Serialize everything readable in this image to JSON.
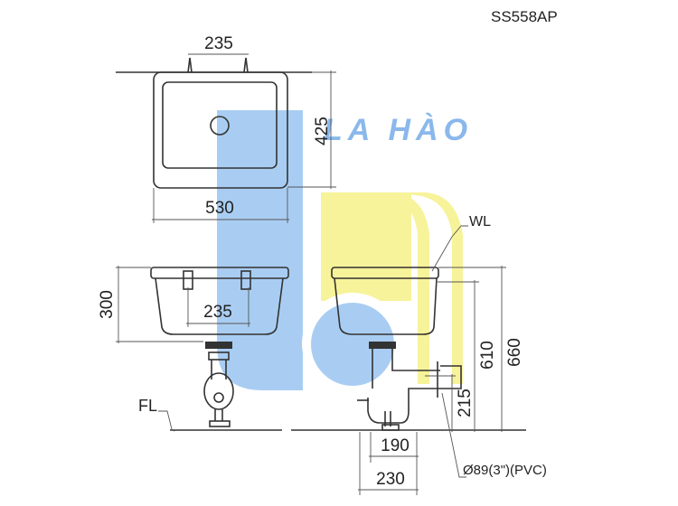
{
  "model": "SS558AP",
  "watermark": {
    "text": "LA HÀO",
    "blue": "#a9cdf2",
    "yellow": "#f7f39a",
    "text_color": "#8ab8ec"
  },
  "top_view": {
    "bracket_spacing": "235",
    "depth": "425",
    "width": "530"
  },
  "front_view": {
    "height": "300",
    "bracket_spacing": "235",
    "floor_label": "FL"
  },
  "side_view": {
    "water_label": "WL",
    "h610": "610",
    "h660": "660",
    "h215": "215",
    "d190": "190",
    "d230": "230",
    "pipe": "Ø89(3\")(PVC)"
  }
}
